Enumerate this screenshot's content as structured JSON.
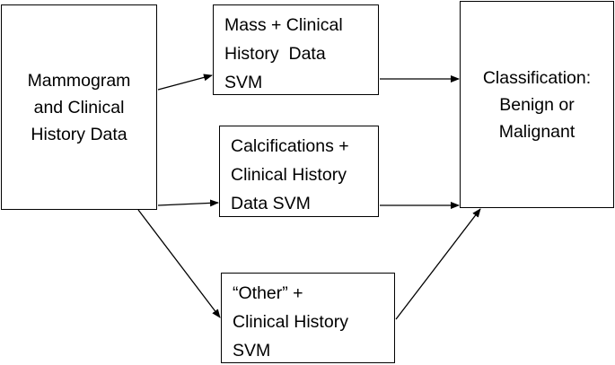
{
  "diagram": {
    "input": {
      "lines": [
        "Mammogram",
        "and Clinical",
        "History Data"
      ]
    },
    "mass_svm": {
      "lines": [
        "Mass + Clinical",
        "History  Data",
        "SVM"
      ]
    },
    "calcifications_svm": {
      "lines": [
        "Calcifications +",
        "Clinical History",
        "Data SVM"
      ]
    },
    "other_svm": {
      "lines": [
        "“Other” +",
        "Clinical History",
        "SVM"
      ]
    },
    "output": {
      "lines": [
        "Classification:",
        "Benign or",
        "Malignant"
      ]
    },
    "arrow_color": "#000000"
  }
}
